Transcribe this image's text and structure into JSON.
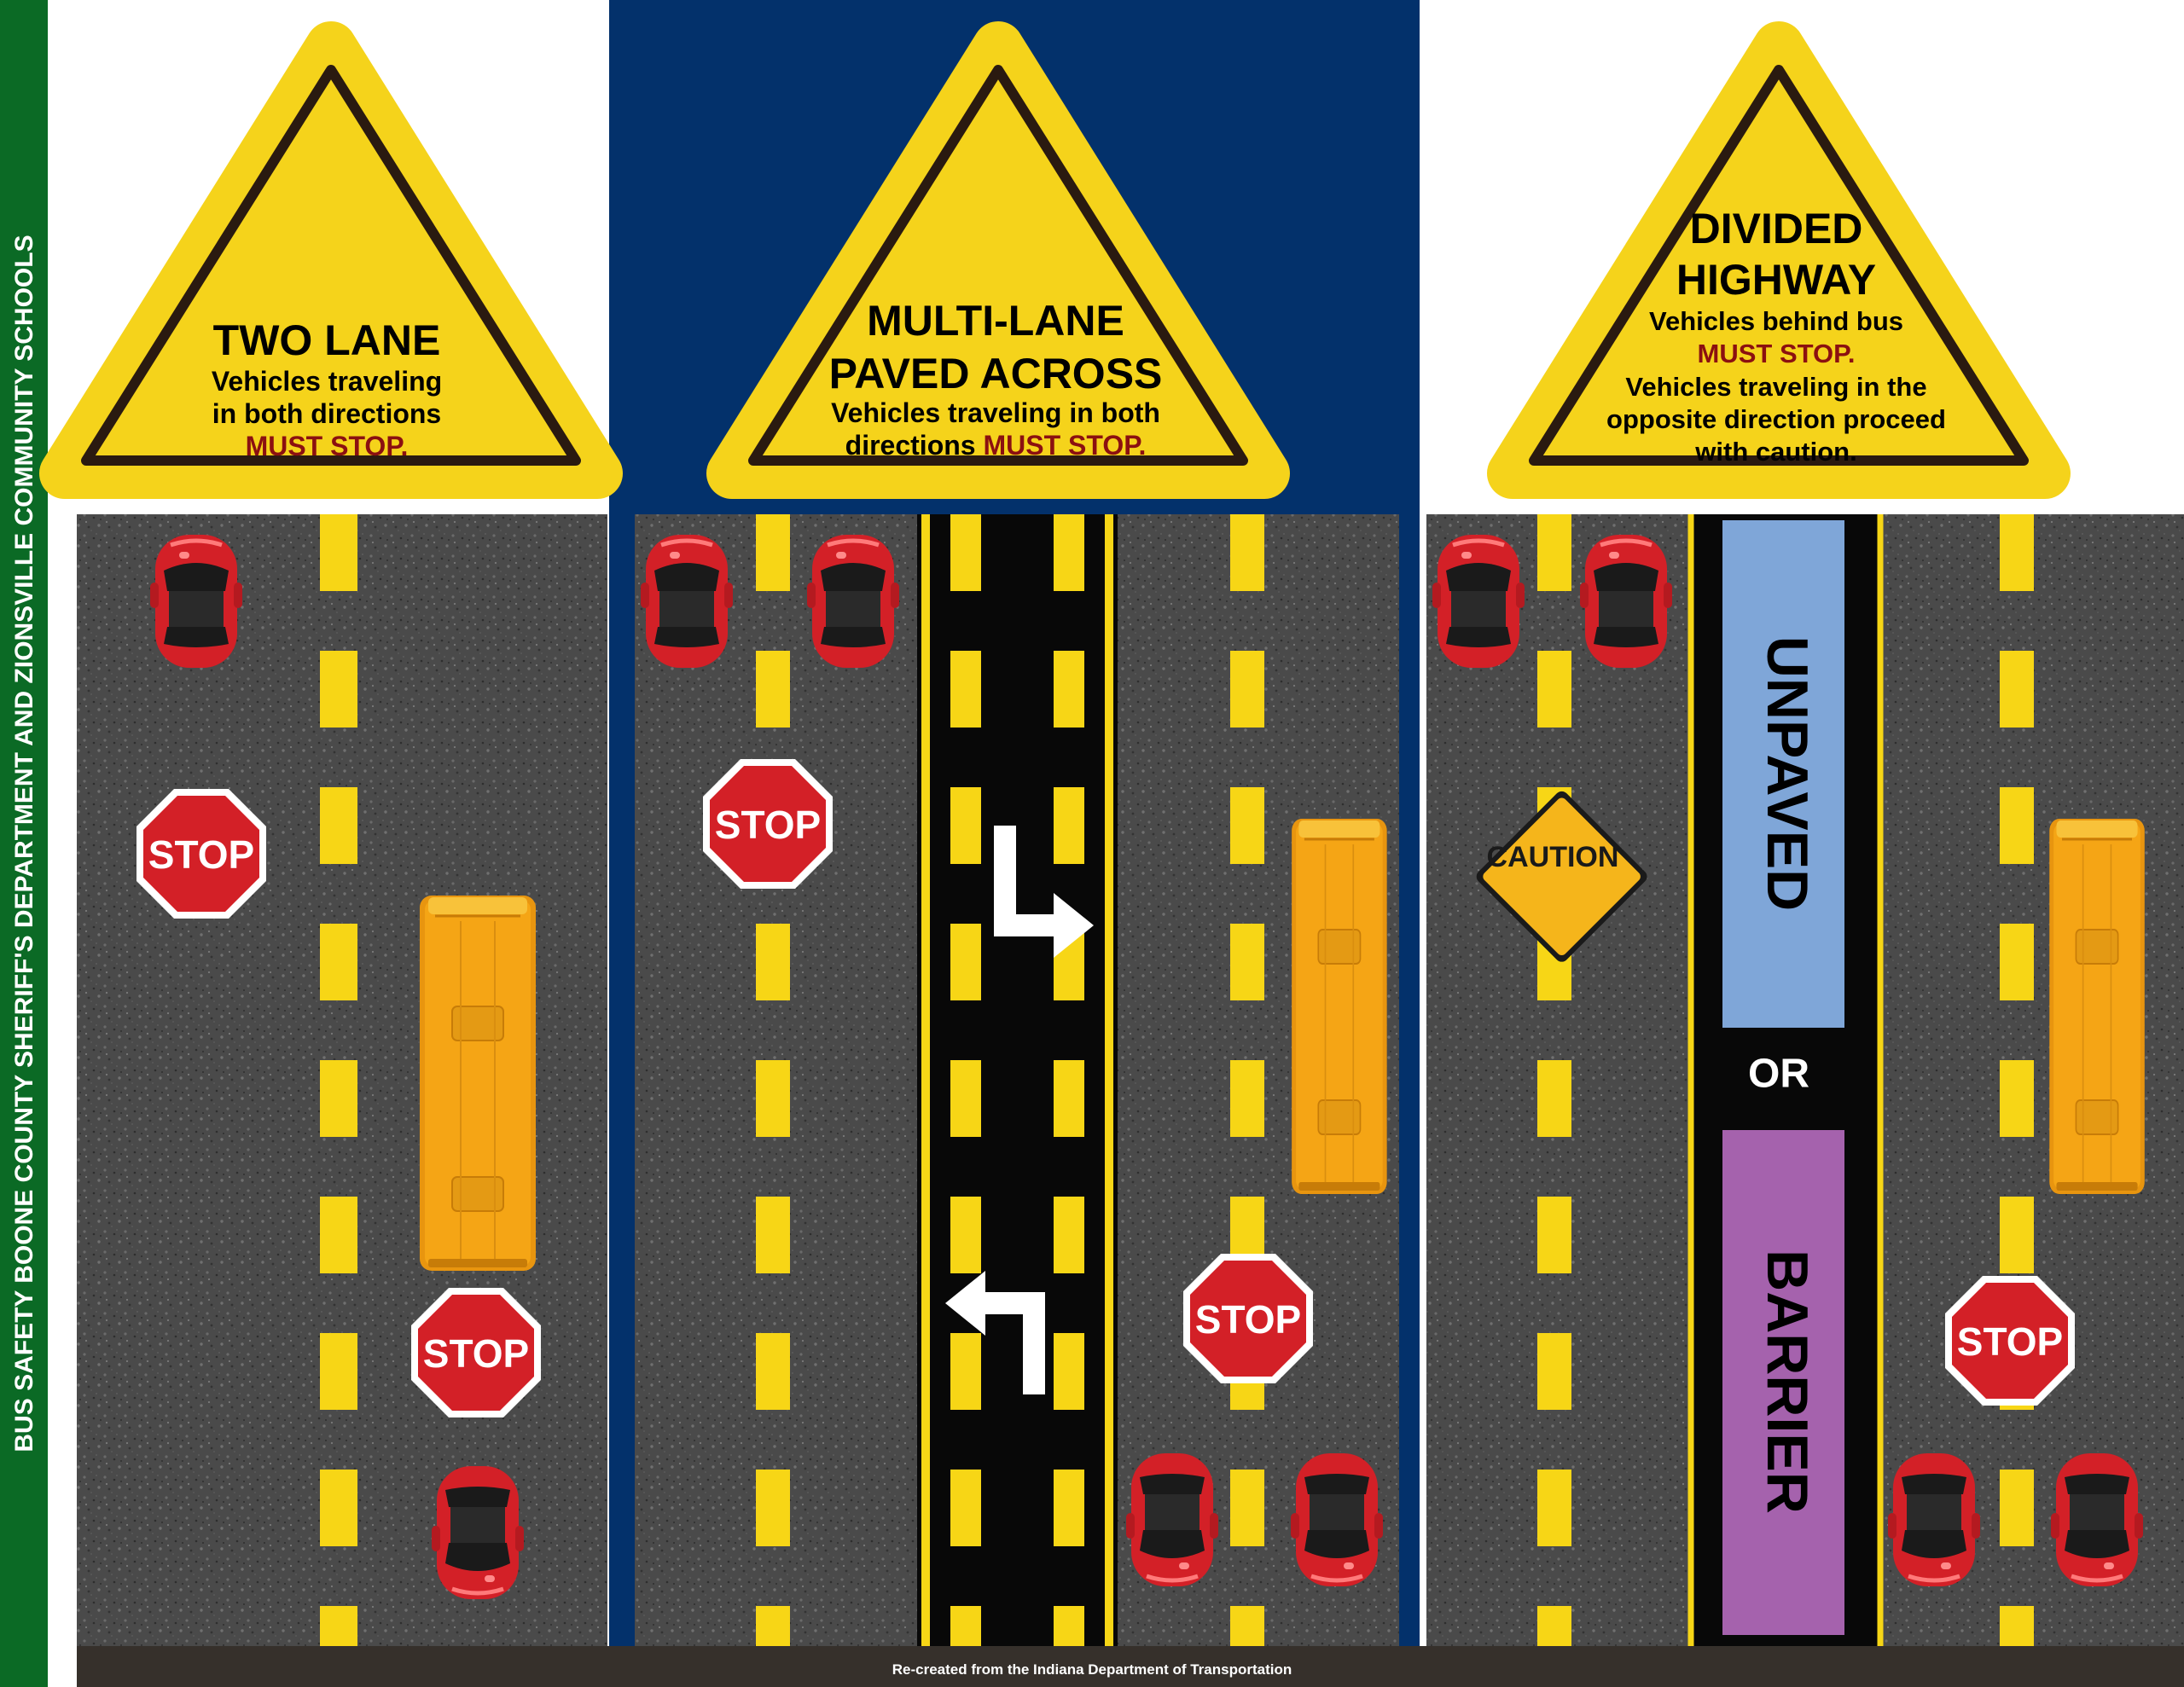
{
  "sidebar": {
    "text": "BUS SAFETY BOONE COUNTY SHERIFF'S DEPARTMENT AND ZIONSVILLE COMMUNITY SCHOOLS"
  },
  "colors": {
    "sidebar_green": "#0b6a25",
    "middle_panel_blue": "#03316b",
    "sign_yellow": "#f5d31b",
    "lane_yellow": "#f7d616",
    "must_stop_red": "#8b1010",
    "car_red": "#d32027",
    "bus_orange": "#f5a515",
    "unpaved_blue": "#7fa6d8",
    "barrier_purple": "#a562ad",
    "asphalt": "#4a4a4a"
  },
  "panels": [
    {
      "title_lines": [
        "TWO LANE"
      ],
      "body_lines": [
        "Vehicles traveling",
        "in both directions"
      ],
      "must_stop": "MUST STOP."
    },
    {
      "title_lines": [
        "MULTI-LANE",
        "PAVED ACROSS"
      ],
      "body_line1": "Vehicles traveling in both",
      "body_line2_prefix": "directions ",
      "must_stop": "MUST STOP."
    },
    {
      "title_lines": [
        "DIVIDED",
        "HIGHWAY"
      ],
      "body_line1": "Vehicles behind bus",
      "must_stop": "MUST STOP.",
      "body_after": [
        "Vehicles traveling in the",
        "opposite direction proceed",
        "with caution."
      ]
    }
  ],
  "road_signs": {
    "stop": "STOP",
    "caution": "CAUTION"
  },
  "median": {
    "unpaved": "UNPAVED",
    "or": "OR",
    "barrier": "BARRIER"
  },
  "footer": "Re-created from the Indiana Department of Transportation"
}
